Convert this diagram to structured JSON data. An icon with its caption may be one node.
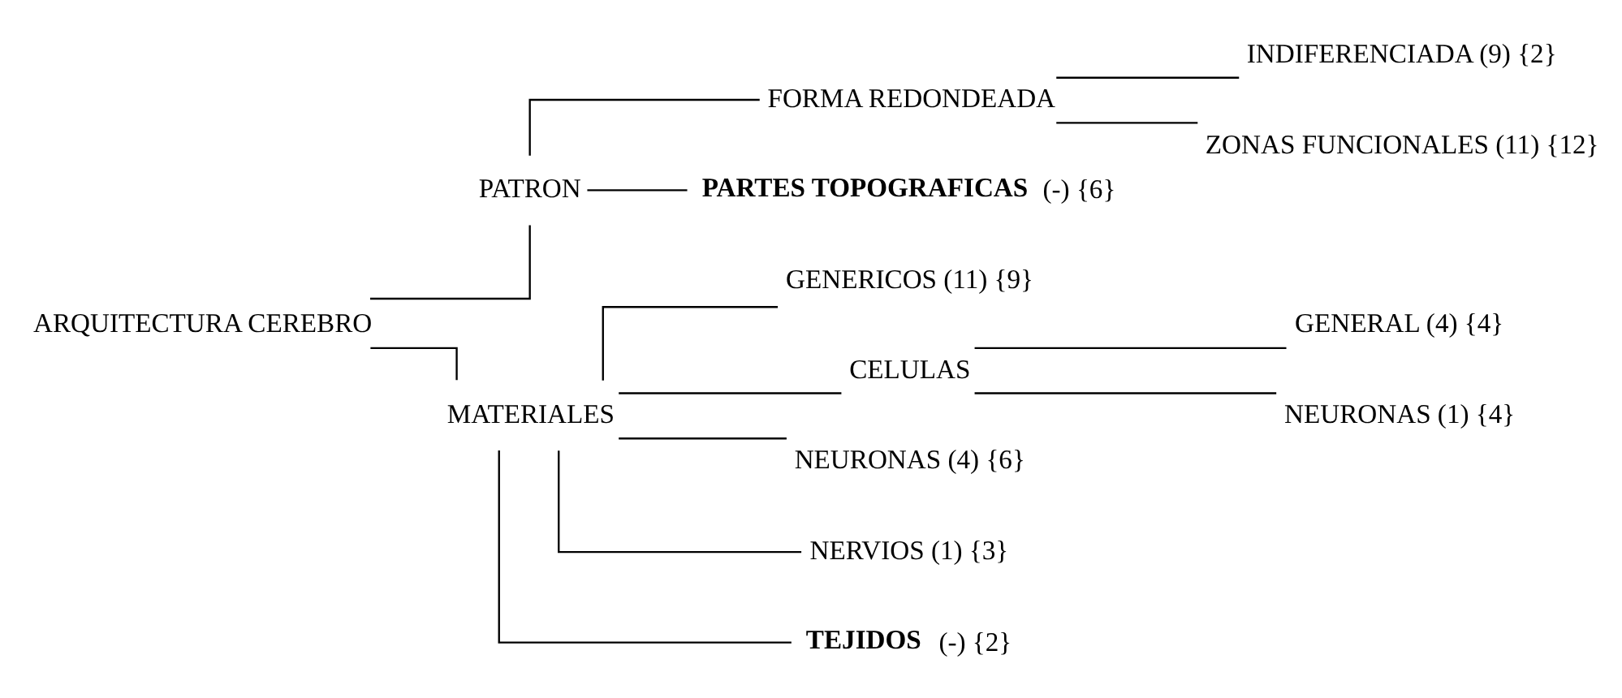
{
  "diagram": {
    "nodes": [
      {
        "text": [
          "ARQUITECTURA CEREBRO"
        ]
      },
      {
        "text": [
          "PATRON"
        ]
      },
      {
        "text": [
          "FORMA REDONDEADA"
        ]
      },
      {
        "text": [
          "INDIFERENCIADA (9) {2}"
        ]
      },
      {
        "text": [
          "ZONAS FUNCIONALES (11) {12}"
        ]
      },
      {
        "text": [
          "**PARTES TOPOGRAFICAS** (-) {6}"
        ]
      },
      {
        "text": [
          "MATERIALES"
        ]
      },
      {
        "text": [
          "GENERICOS (11) {9}"
        ]
      },
      {
        "text": [
          "CELULAS"
        ]
      },
      {
        "text": [
          "GENERAL (4) {4}"
        ]
      },
      {
        "text": [
          "NEURONAS (1) {4}"
        ]
      },
      {
        "text": [
          "NEURONAS (4) {6}"
        ]
      },
      {
        "text": [
          "NERVIOS (1) {3}"
        ]
      },
      {
        "text": [
          "**TEJIDOS** (-) {2}"
        ]
      }
    ],
    "edges": [
      {
        "from": 0,
        "to": 1,
        "arrow": "none"
      },
      {
        "from": 0,
        "to": 6,
        "arrow": "none"
      },
      {
        "from": 1,
        "to": 2,
        "arrow": "none"
      },
      {
        "from": 1,
        "to": 5,
        "arrow": "none"
      },
      {
        "from": 2,
        "to": 3,
        "arrow": "none"
      },
      {
        "from": 2,
        "to": 4,
        "arrow": "none"
      },
      {
        "from": 6,
        "to": 7,
        "arrow": "none"
      },
      {
        "from": 6,
        "to": 8,
        "arrow": "none"
      },
      {
        "from": 6,
        "to": 11,
        "arrow": "none"
      },
      {
        "from": 6,
        "to": 12,
        "arrow": "none"
      },
      {
        "from": 6,
        "to": 13,
        "arrow": "none"
      },
      {
        "from": 8,
        "to": 9,
        "arrow": "none"
      },
      {
        "from": 8,
        "to": 10,
        "arrow": "none"
      }
    ]
  }
}
